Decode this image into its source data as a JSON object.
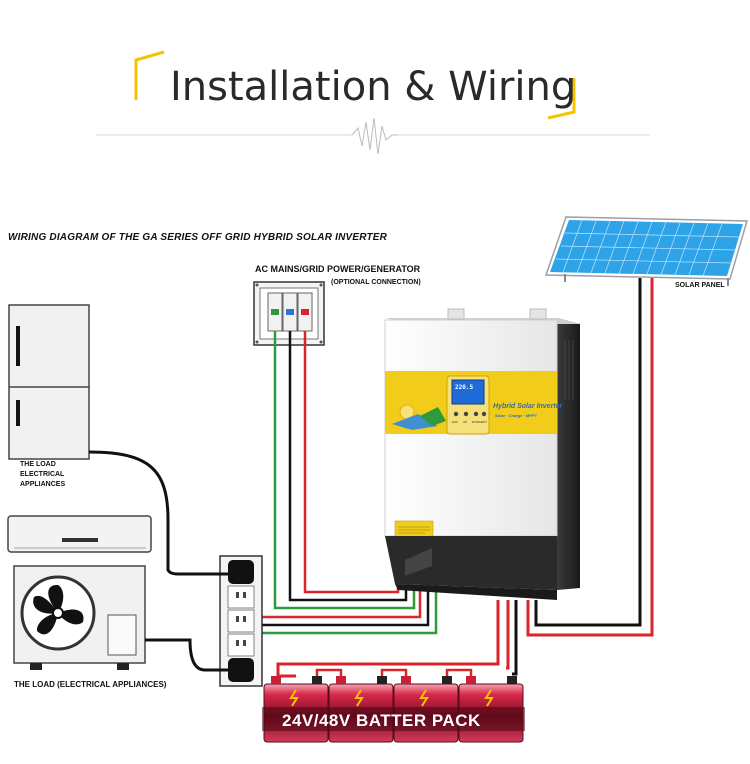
{
  "header": {
    "title": "Installation & Wiring"
  },
  "diagram": {
    "title": "WIRING DIAGRAM OF THE GA SERIES OFF GRID HYBRID SOLAR INVERTER",
    "ac_mains": {
      "label": "AC MAINS/GRID POWER/GENERATOR",
      "note": "(OPTIONAL CONNECTION)"
    },
    "solar_panel": {
      "label": "SOLAR PANEL"
    },
    "load_fridge": {
      "label": "THE LOAD ELECTRICAL APPLIANCES"
    },
    "load_ac": {
      "label": "THE LOAD (ELECTRICAL APPLIANCES)"
    },
    "battery": {
      "label": "24V/48V BATTER PACK",
      "cells": 4
    },
    "inverter": {
      "brand": "Hybrid Solar Inverter",
      "modes": "Solar · Charge · MPPT",
      "lcd": "220.5",
      "keys": [
        "ESC",
        "UP",
        "DOWN",
        "ENT"
      ]
    }
  },
  "colors": {
    "accent": "#f5c400",
    "wire_red": "#d8262c",
    "wire_green": "#2e9a3c",
    "wire_black": "#111111",
    "panel_blue": "#2ea3e8",
    "battery_red": "#c8203a"
  }
}
